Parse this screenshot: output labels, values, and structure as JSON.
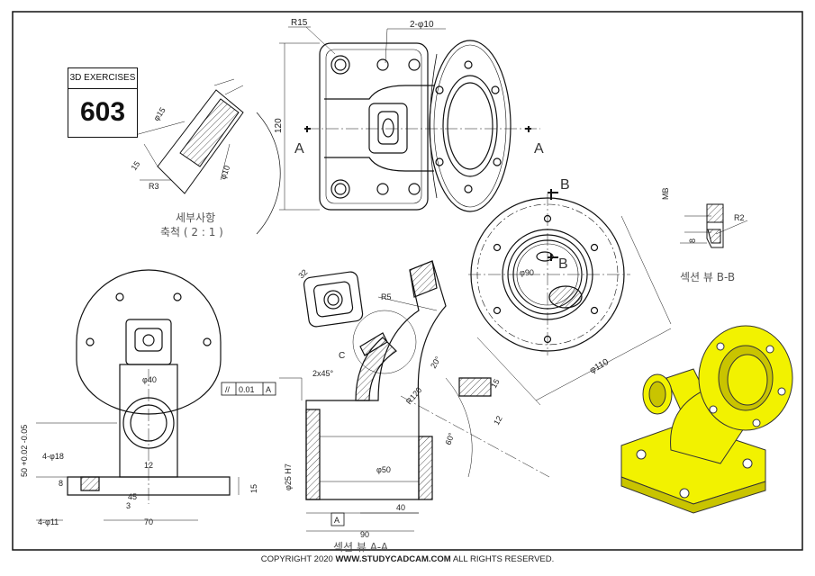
{
  "badge": {
    "title": "3D EXERCISES",
    "number": "603"
  },
  "dimensions": {
    "r15": "R15",
    "holes_2": "2-φ10",
    "h120": "120",
    "sec_a": "A",
    "d15": "φ15",
    "r3": "R3",
    "d10": "φ10",
    "ang15": "15",
    "detail_label": "세부사항",
    "detail_scale": "축척 ( 2 : 1 )",
    "sec_b": "B",
    "d90": "φ90",
    "d110": "φ110",
    "r2": "R2",
    "mb": "MB",
    "b8": "8",
    "sec_bb": "섹션 뷰 B-B",
    "d32": "32",
    "r5": "R5",
    "detail_c": "C",
    "chamfer": "2x45°",
    "tol_sym": "//",
    "tol_val": "0.01",
    "tol_ref": "A",
    "a20": "20°",
    "r120": "R120",
    "d15b": "15",
    "d12": "12",
    "a60": "60°",
    "d25": "φ25 H7",
    "d50": "φ50",
    "d40": "40",
    "d90b": "90",
    "ref_a_box": "A",
    "sec_aa": "섹션 뷰 A-A",
    "d40_top": "φ40",
    "h12": "12",
    "tol50": "50 +0.02 -0.05",
    "holes18": "4-φ18",
    "h8": "8",
    "h45": "45",
    "h3": "3",
    "holes11": "4-φ11",
    "w70": "70",
    "h15": "15"
  },
  "footer": {
    "copyright": "COPYRIGHT   2020",
    "site": "WWW.STUDYCADCAM.COM",
    "rights": "ALL RIGHTS RESERVED."
  },
  "colors": {
    "part": "#f2f200",
    "part_shade": "#c9c400",
    "line": "#111111"
  }
}
